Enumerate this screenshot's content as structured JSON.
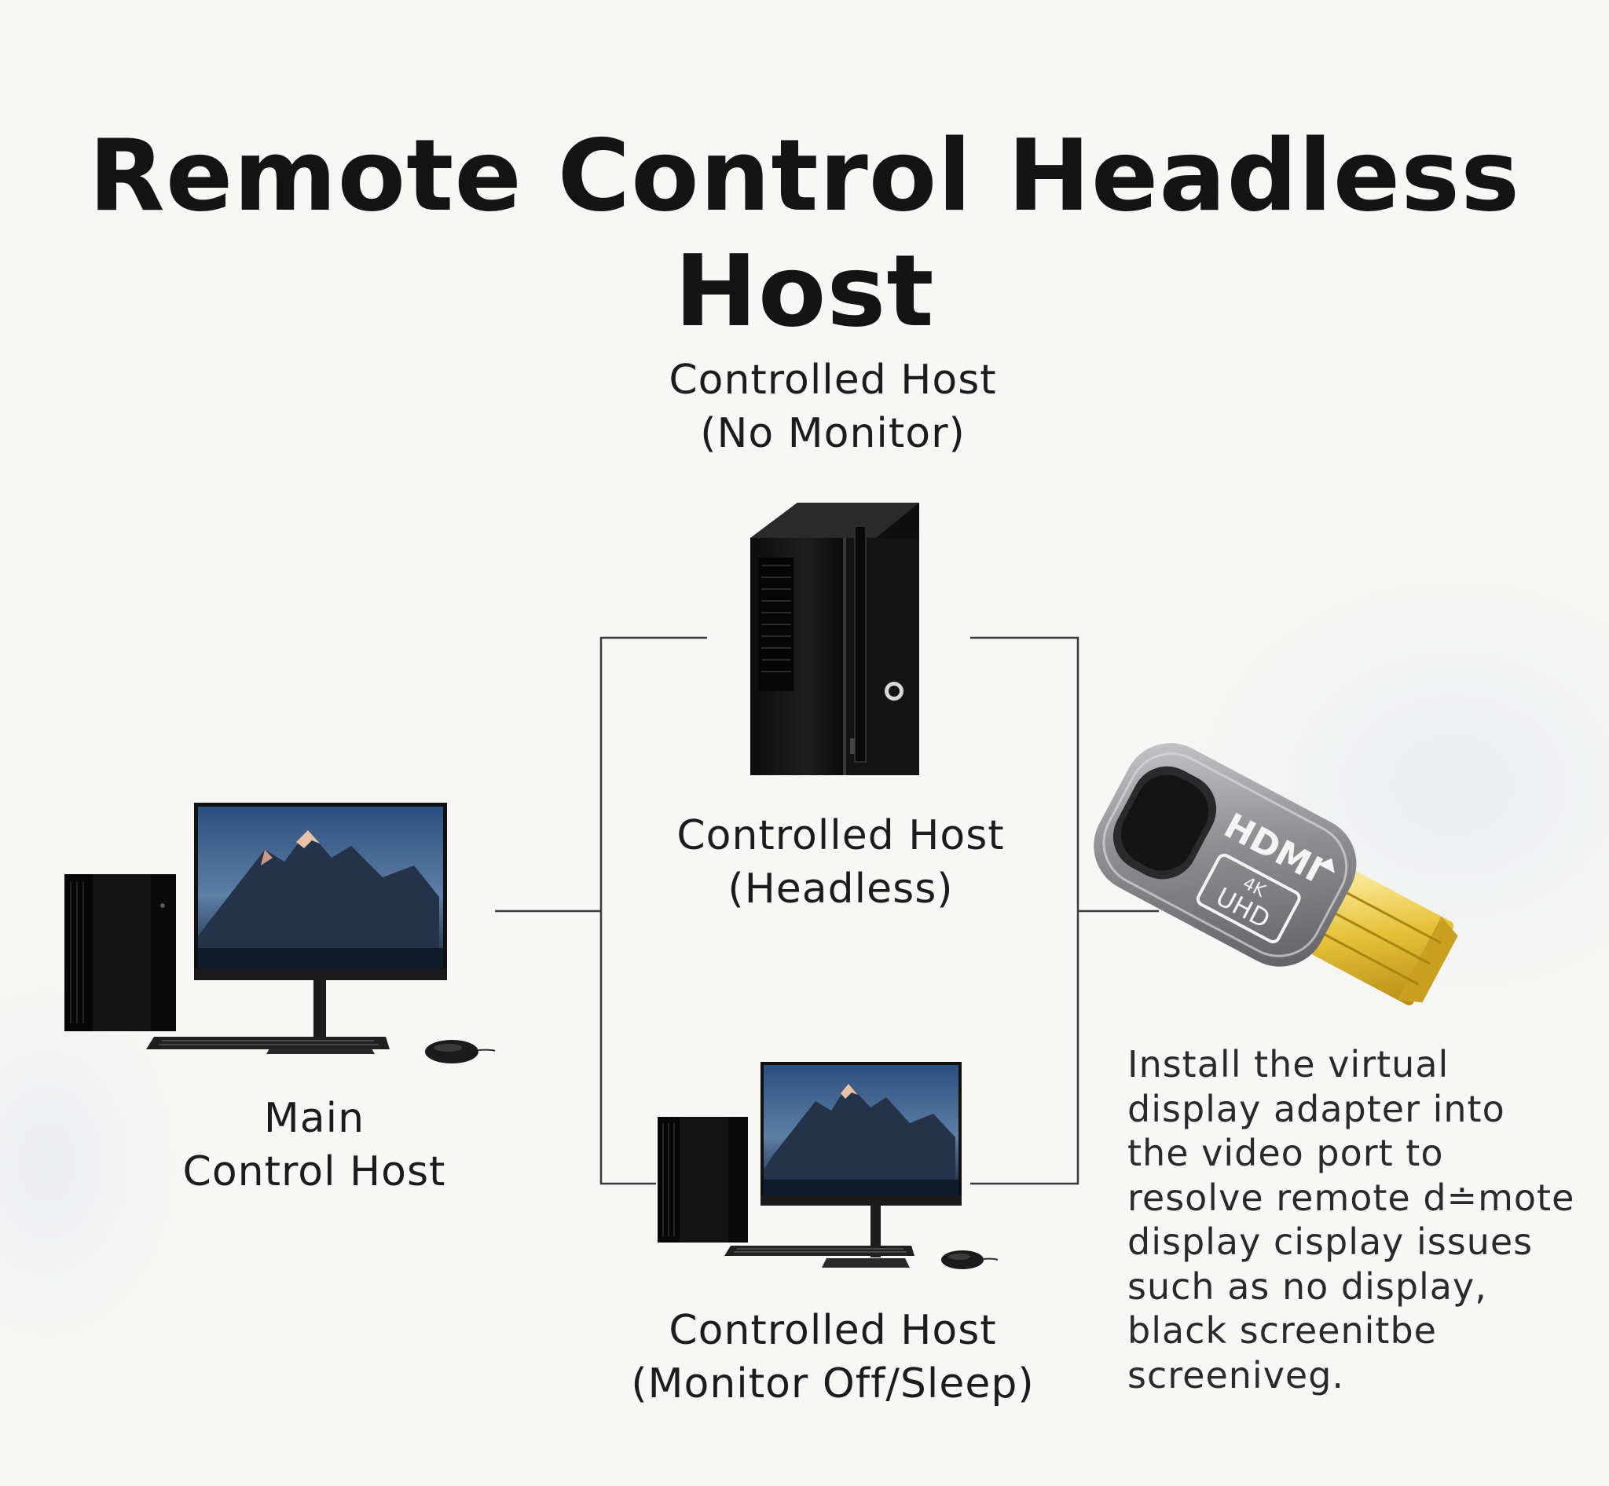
{
  "title": "Remote Control Headless Host",
  "nodes": {
    "no_monitor": {
      "line1": "Controlled Host",
      "line2": "(No Monitor)"
    },
    "headless": {
      "line1": "Controlled Host",
      "line2": "(Headless)"
    },
    "main": {
      "line1": "Main",
      "line2": "Control Host"
    },
    "sleep": {
      "line1": "Controlled Host",
      "line2": "(Monitor Off/Sleep)"
    }
  },
  "adapter": {
    "brand": "HDMI",
    "badge_top": "4K",
    "badge_bottom": "UHD"
  },
  "description": [
    "Install the virtual",
    "display adapter into",
    "the video port to",
    "resolve remote d≐mote",
    "display cisplay issues",
    "such as no display,",
    "black screenitbe",
    "screeniveg."
  ],
  "colors": {
    "background": "#f7f7f5",
    "line": "#3a3a3a",
    "device": "#121212",
    "adapter_shell": "#8e8f93",
    "adapter_gold": "#e6c23a"
  },
  "icons": [
    "desktop-tower-icon",
    "monitor-icon",
    "keyboard-icon",
    "mouse-icon",
    "hdmi-adapter-icon",
    "hp-logo-icon"
  ]
}
